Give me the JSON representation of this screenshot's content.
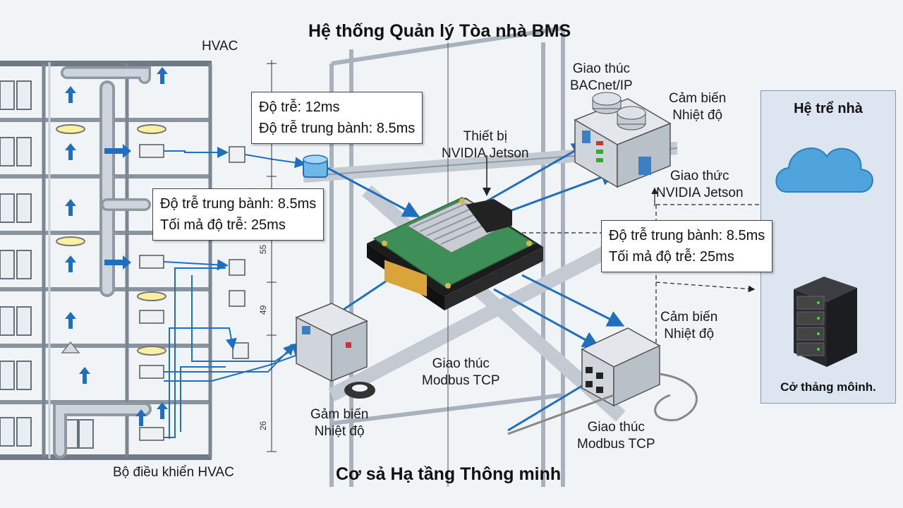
{
  "title": "Hệ thống Quản lý Tòa nhà BMS",
  "subtitle_bottom": "Cơ sả Hạ tầng Thông minh",
  "labels": {
    "hvac_top": "HVAC",
    "bacnet": [
      "Giao thúc",
      "BACnet/IP"
    ],
    "sensor_temp_top": [
      "Cảm biến",
      "Nhiệt độ"
    ],
    "jetson_device": [
      "Thiết bị",
      "NVIDIA Jetson"
    ],
    "jetson_protocol": [
      "Giao thức",
      "NVIDIA Jetson"
    ],
    "sensor_temp_right": [
      "Cảm biến",
      "Nhiệt độ"
    ],
    "modbus_center": [
      "Giao thúc",
      "Modbus TCP"
    ],
    "sensor_bottom": [
      "Gảm biến",
      "Nhiệt độ"
    ],
    "modbus_right": [
      "Giao thúc",
      "Modbus TCP"
    ],
    "hvac_controller": "Bộ điều khiển HVAC"
  },
  "callouts": {
    "top": [
      "Độ trễ: 12ms",
      "Độ trễ trung bành: 8.5ms"
    ],
    "mid": [
      "Độ trễ trung bành: 8.5ms",
      "Tối mả độ trễ: 25ms"
    ],
    "right": [
      "Độ trễ trung bành: 8.5ms",
      "Tối mả độ trễ: 25ms"
    ]
  },
  "panel": {
    "title": "Hệ trể nhà",
    "footer": "Cở thảng môinh."
  },
  "dimensions": [
    "55",
    "49",
    "26"
  ],
  "colors": {
    "arrow": "#1f6fbf",
    "pcb": "#3d8f57",
    "panel": "#dde6f0",
    "cloud": "#4fa4dc",
    "light": "#fbf0a0"
  },
  "icons": [
    "cloud-icon",
    "server-rack-icon",
    "heatsink-icon",
    "temperature-sensor-icon",
    "hvac-unit-icon"
  ]
}
